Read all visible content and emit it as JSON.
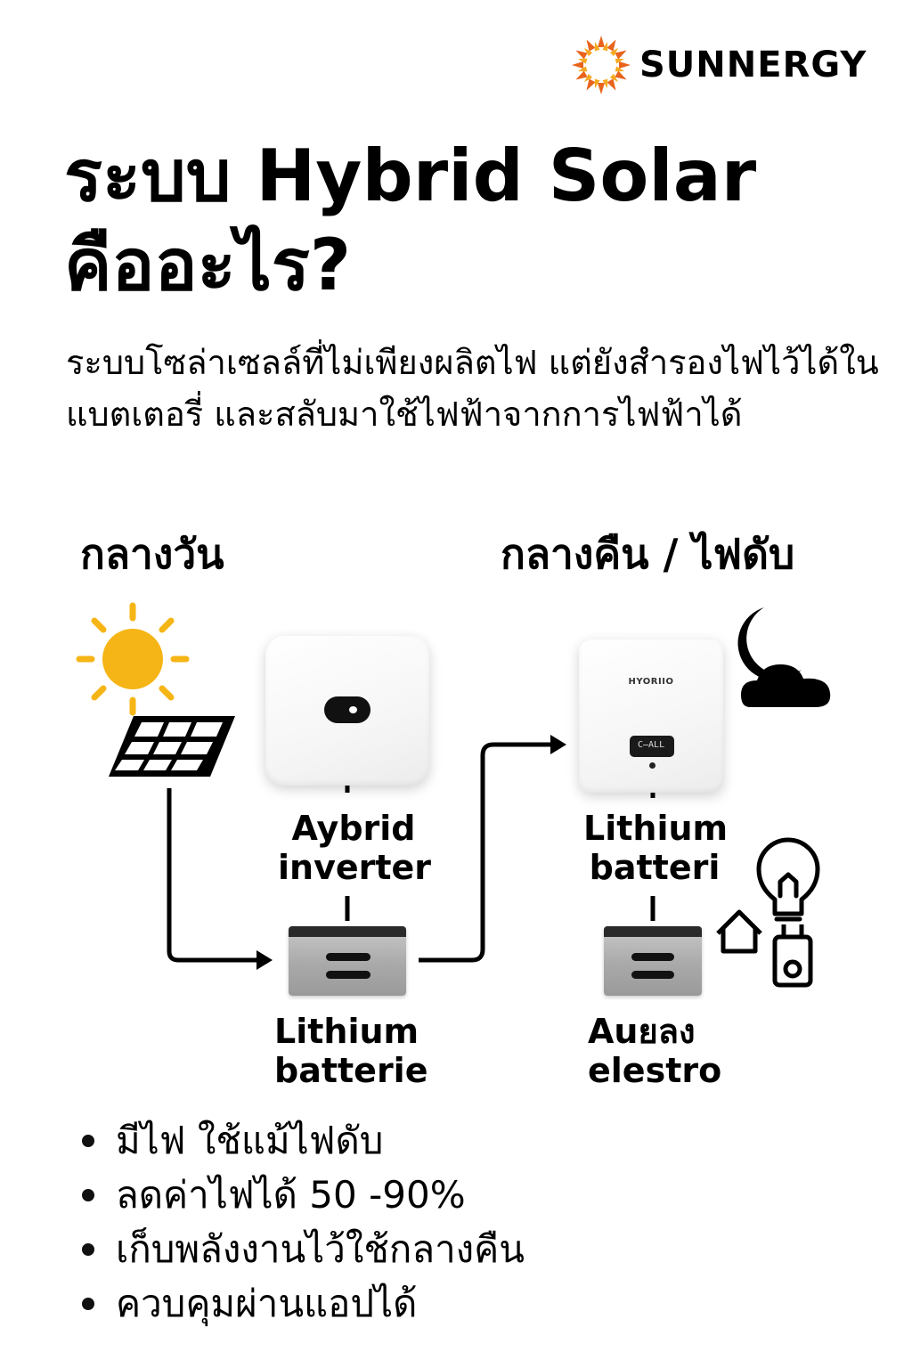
{
  "brand": {
    "name": "SUNNERGY",
    "icon": "sun-logo-icon",
    "accent": "#F29A1F"
  },
  "title": {
    "line1": "ระบบ Hybrid Solar",
    "line2": "คืออะไร?"
  },
  "subtitle": "ระบบโซล่าเซลล์ที่ไม่เพียงผลิตไฟ แต่ยังสำรองไฟไว้ได้ในแบตเตอรี่ และสลับมาใช้ไฟฟ้าจากการไฟฟ้าได้",
  "sections": {
    "day": "กลางวัน",
    "night": "กลางคืน / ไฟดับ"
  },
  "day": {
    "inverter_label": [
      "Aybrid",
      "inverter"
    ],
    "battery_label": [
      "Lithium",
      "batterie"
    ]
  },
  "night": {
    "inverter_model": "HYORIIO",
    "inverter_screen": "C̶ALL",
    "inverter_label": [
      "Lithium",
      "batteri"
    ],
    "battery_label": [
      "Auยลง",
      "elestro"
    ]
  },
  "icons": [
    "sun-icon",
    "solar-panel-icon",
    "moon-cloud-icon",
    "light-bulb-icon",
    "house-icon",
    "socket-icon"
  ],
  "colors": {
    "sun": "#F6B516",
    "logo_rays": "#E8631C",
    "battery": "#A9A9A9"
  },
  "benefits": [
    "มีไฟ ใช้แม้ไฟดับ",
    "ลดค่าไฟได้ 50 -90%",
    "เก็บพลังงานไว้ใช้กลางคืน",
    "ควบคุมผ่านแอปได้"
  ]
}
